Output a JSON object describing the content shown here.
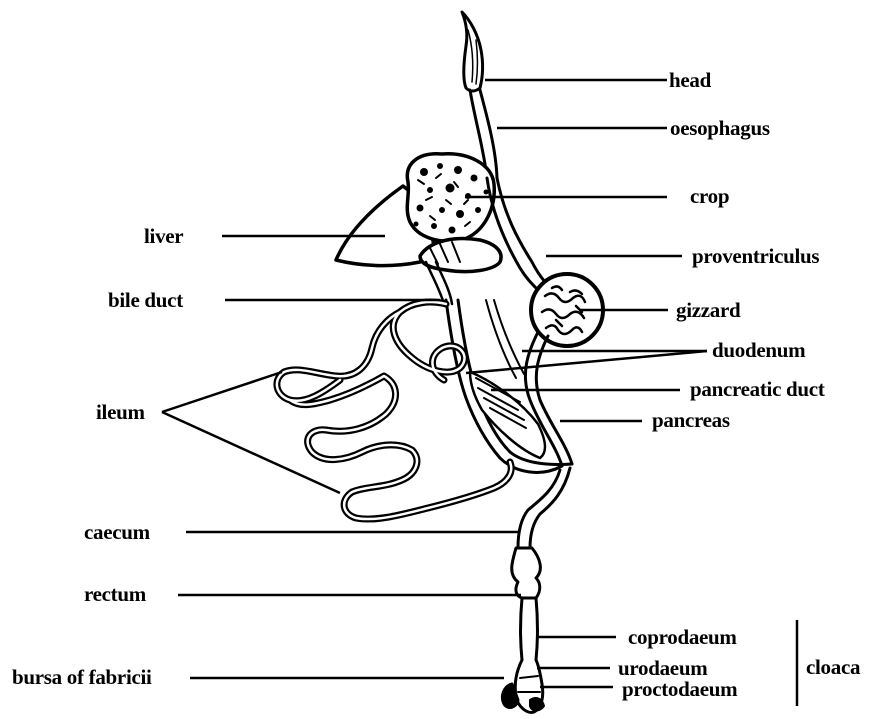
{
  "labels": {
    "head": "head",
    "oesophagus": "oesophagus",
    "crop": "crop",
    "liver": "liver",
    "proventriculus": "proventriculus",
    "bile_duct": "bile duct",
    "gizzard": "gizzard",
    "duodenum": "duodenum",
    "ileum": "ileum",
    "pancreatic_duct": "pancreatic duct",
    "pancreas": "pancreas",
    "caecum": "caecum",
    "rectum": "rectum",
    "coprodaeum": "coprodaeum",
    "cloaca": "cloaca",
    "urodaeum": "urodaeum",
    "bursa_of_fabricii": "bursa of fabricii",
    "proctodaeum": "proctodaeum"
  },
  "colors": {
    "ink": "#000000",
    "background": "#ffffff"
  }
}
